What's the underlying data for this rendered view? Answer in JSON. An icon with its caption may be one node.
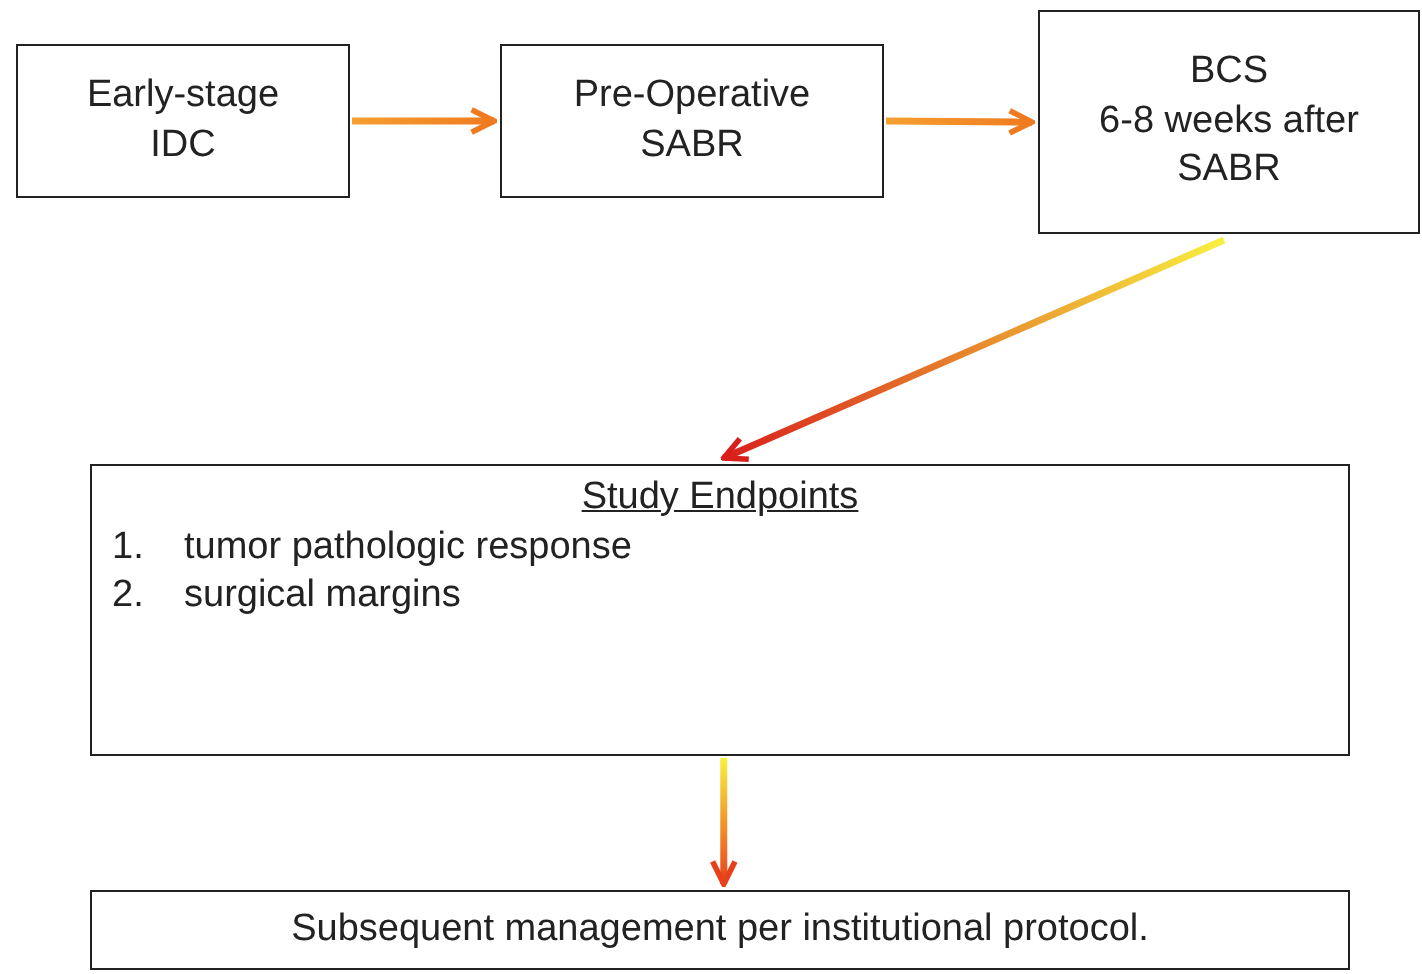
{
  "diagram": {
    "nodes": [
      {
        "text": [
          "Early-stage IDC"
        ]
      },
      {
        "text": [
          "Pre-Operative SABR"
        ]
      },
      {
        "text": [
          "BCS",
          "6-8 weeks after SABR"
        ]
      },
      {
        "text": [
          "Study Endpoints",
          "1.",
          "tumor pathologic response",
          "2.",
          "surgical margins"
        ]
      },
      {
        "text": [
          "Subsequent management per institutional protocol."
        ]
      }
    ],
    "edges": [
      {
        "from": 0,
        "to": 1,
        "arrow": "to"
      },
      {
        "from": 1,
        "to": 2,
        "arrow": "to"
      },
      {
        "from": 2,
        "to": 3,
        "arrow": "to"
      },
      {
        "from": 3,
        "to": 4,
        "arrow": "to"
      }
    ]
  }
}
